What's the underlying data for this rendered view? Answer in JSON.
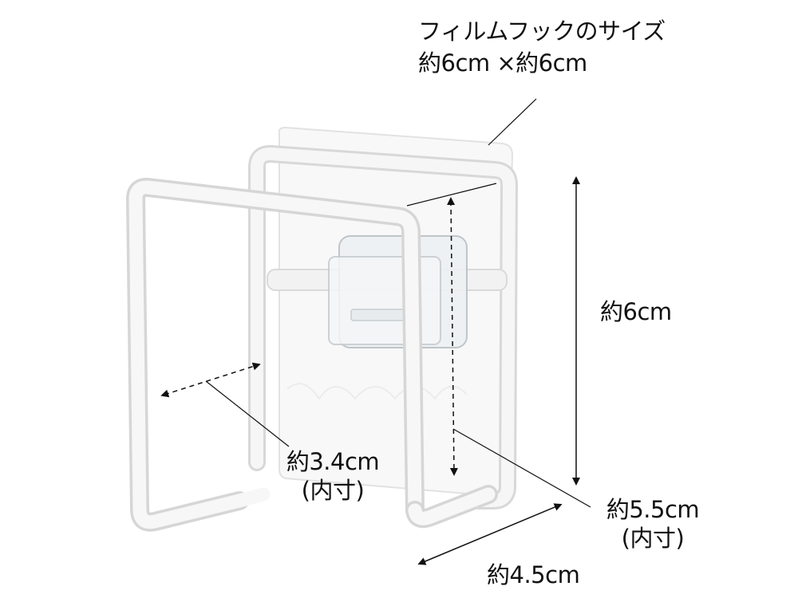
{
  "diagram": {
    "subject": "sponge-holder-with-film-hook",
    "colors": {
      "background": "#ffffff",
      "wire_frame": "#f4f4f4",
      "wire_shadow": "#d9d9d9",
      "film_plate": "#f7f7f7",
      "clip": "#eef2f5",
      "annotation_line": "#111111"
    },
    "labels": {
      "film_hook_title": "フィルムフックのサイズ",
      "film_hook_size": "約6cm ×約6cm",
      "height": "約6cm",
      "inner_width_value": "約3.4cm",
      "inner_width_note": "(内寸)",
      "inner_height_value": "約5.5cm",
      "inner_height_note": "(内寸)",
      "depth": "約4.5cm"
    }
  }
}
